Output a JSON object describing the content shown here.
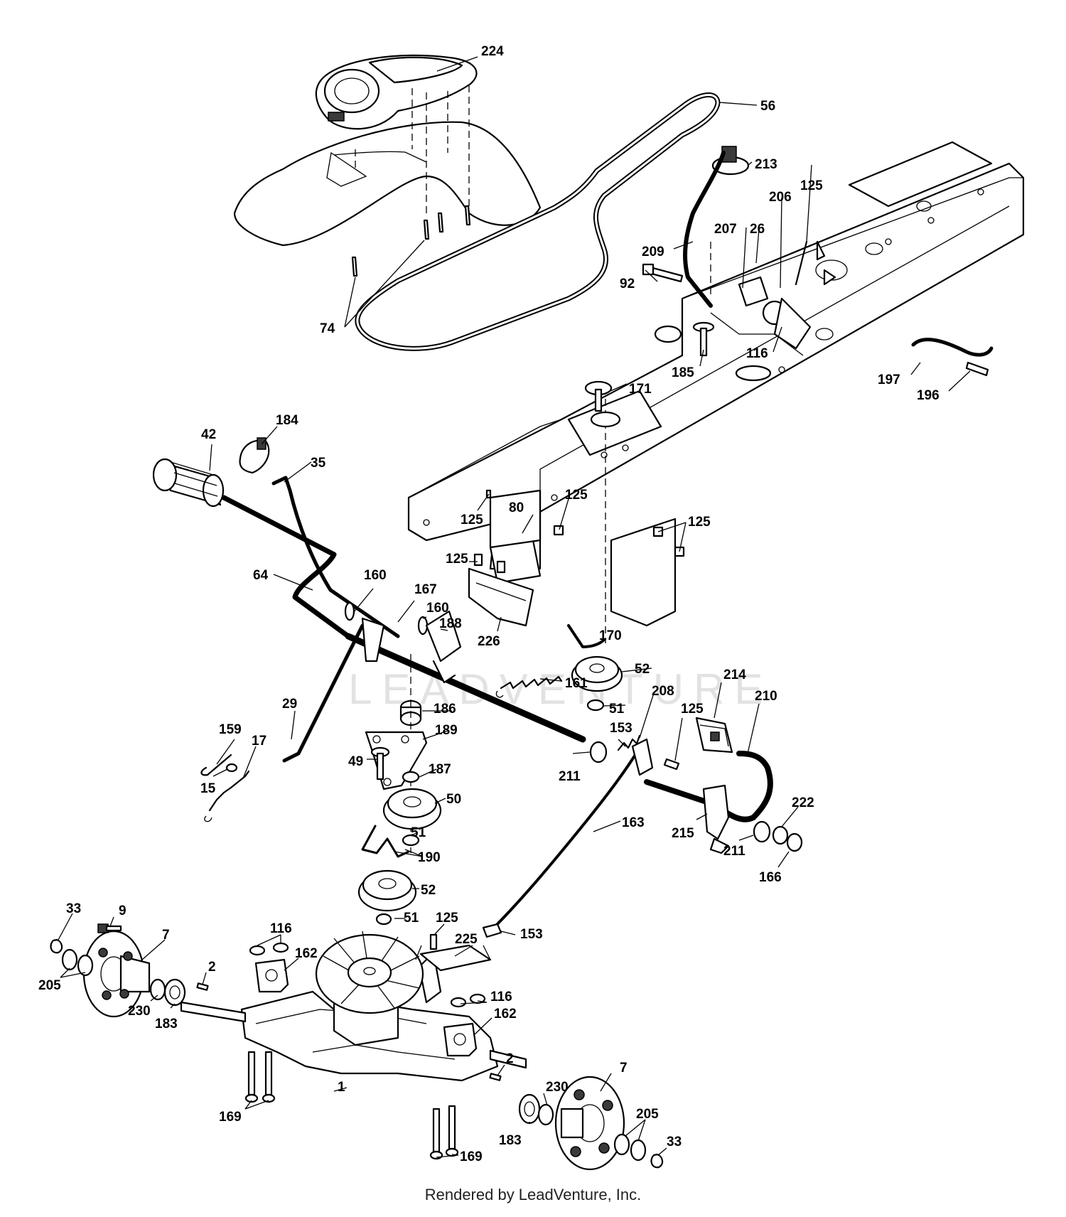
{
  "watermark": "LEADVENTURE",
  "footer": "Rendered by LeadVenture, Inc.",
  "callouts": [
    {
      "id": "c224a",
      "text": "224"
    },
    {
      "id": "c56",
      "text": "56"
    },
    {
      "id": "c213",
      "text": "213"
    },
    {
      "id": "c125a",
      "text": "125"
    },
    {
      "id": "c206",
      "text": "206"
    },
    {
      "id": "c207",
      "text": "207"
    },
    {
      "id": "c26",
      "text": "26"
    },
    {
      "id": "c209",
      "text": "209"
    },
    {
      "id": "c92",
      "text": "92"
    },
    {
      "id": "c74",
      "text": "74"
    },
    {
      "id": "c116a",
      "text": "116"
    },
    {
      "id": "c185",
      "text": "185"
    },
    {
      "id": "c197",
      "text": "197"
    },
    {
      "id": "c196",
      "text": "196"
    },
    {
      "id": "c171",
      "text": "171"
    },
    {
      "id": "c42",
      "text": "42"
    },
    {
      "id": "c184",
      "text": "184"
    },
    {
      "id": "c35",
      "text": "35"
    },
    {
      "id": "c125b",
      "text": "125"
    },
    {
      "id": "c80",
      "text": "80"
    },
    {
      "id": "c125c",
      "text": "125"
    },
    {
      "id": "c125d",
      "text": "125"
    },
    {
      "id": "c64",
      "text": "64"
    },
    {
      "id": "c125e",
      "text": "125"
    },
    {
      "id": "c160a",
      "text": "160"
    },
    {
      "id": "c167",
      "text": "167"
    },
    {
      "id": "c160b",
      "text": "160"
    },
    {
      "id": "c188",
      "text": "188"
    },
    {
      "id": "c226",
      "text": "226"
    },
    {
      "id": "c170",
      "text": "170"
    },
    {
      "id": "c52a",
      "text": "52"
    },
    {
      "id": "c161",
      "text": "161"
    },
    {
      "id": "c29",
      "text": "29"
    },
    {
      "id": "c186",
      "text": "186"
    },
    {
      "id": "c51a",
      "text": "51"
    },
    {
      "id": "c208",
      "text": "208"
    },
    {
      "id": "c214",
      "text": "214"
    },
    {
      "id": "c210",
      "text": "210"
    },
    {
      "id": "c125f",
      "text": "125"
    },
    {
      "id": "c153a",
      "text": "153"
    },
    {
      "id": "c189",
      "text": "189"
    },
    {
      "id": "c159",
      "text": "159"
    },
    {
      "id": "c17",
      "text": "17"
    },
    {
      "id": "c49",
      "text": "49"
    },
    {
      "id": "c187",
      "text": "187"
    },
    {
      "id": "c211a",
      "text": "211"
    },
    {
      "id": "c15",
      "text": "15"
    },
    {
      "id": "c50",
      "text": "50"
    },
    {
      "id": "c163",
      "text": "163"
    },
    {
      "id": "c222",
      "text": "222"
    },
    {
      "id": "c51b",
      "text": "51"
    },
    {
      "id": "c215",
      "text": "215"
    },
    {
      "id": "c211b",
      "text": "211"
    },
    {
      "id": "c190",
      "text": "190"
    },
    {
      "id": "c166",
      "text": "166"
    },
    {
      "id": "c52b",
      "text": "52"
    },
    {
      "id": "c33a",
      "text": "33"
    },
    {
      "id": "c9",
      "text": "9"
    },
    {
      "id": "c7a",
      "text": "7"
    },
    {
      "id": "c51c",
      "text": "51"
    },
    {
      "id": "c116b",
      "text": "116"
    },
    {
      "id": "c125g",
      "text": "125"
    },
    {
      "id": "c153b",
      "text": "153"
    },
    {
      "id": "c225",
      "text": "225"
    },
    {
      "id": "c162a",
      "text": "162"
    },
    {
      "id": "c205a",
      "text": "205"
    },
    {
      "id": "c2a",
      "text": "2"
    },
    {
      "id": "c230a",
      "text": "230"
    },
    {
      "id": "c183a",
      "text": "183"
    },
    {
      "id": "c116c",
      "text": "116"
    },
    {
      "id": "c162b",
      "text": "162"
    },
    {
      "id": "c2b",
      "text": "2"
    },
    {
      "id": "c1",
      "text": "1"
    },
    {
      "id": "c230b",
      "text": "230"
    },
    {
      "id": "c7b",
      "text": "7"
    },
    {
      "id": "c169a",
      "text": "169"
    },
    {
      "id": "c205b",
      "text": "205"
    },
    {
      "id": "c183b",
      "text": "183"
    },
    {
      "id": "c33b",
      "text": "33"
    },
    {
      "id": "c169b",
      "text": "169"
    }
  ]
}
